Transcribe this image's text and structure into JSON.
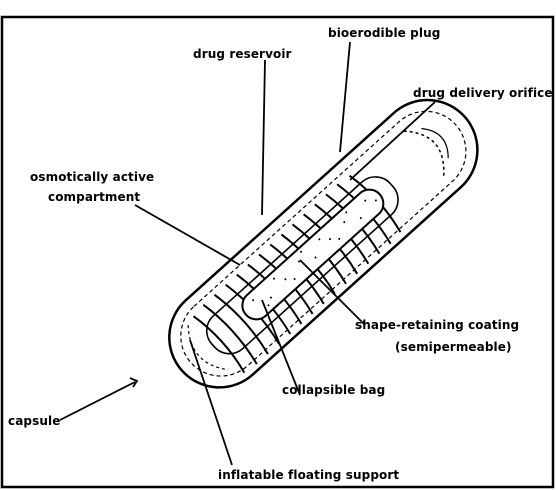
{
  "caption_partial": "",
  "labels": {
    "bioerodible_plug": "bioerodible plug",
    "drug_reservoir": "drug reservoir",
    "drug_delivery_orifice": "drug delivery orifice",
    "osmotic_line1": "osmotically active",
    "osmotic_line2": "compartment",
    "shape_line1": "shape-retaining coating",
    "shape_line2": "(semipermeable)",
    "collapsible_bag": "collapsible bag",
    "capsule": "capsule",
    "inflatable_floating_support": "inflatable floating support"
  },
  "colors": {
    "line": "#000000",
    "frame": "#000000",
    "background": "#ffffff"
  }
}
